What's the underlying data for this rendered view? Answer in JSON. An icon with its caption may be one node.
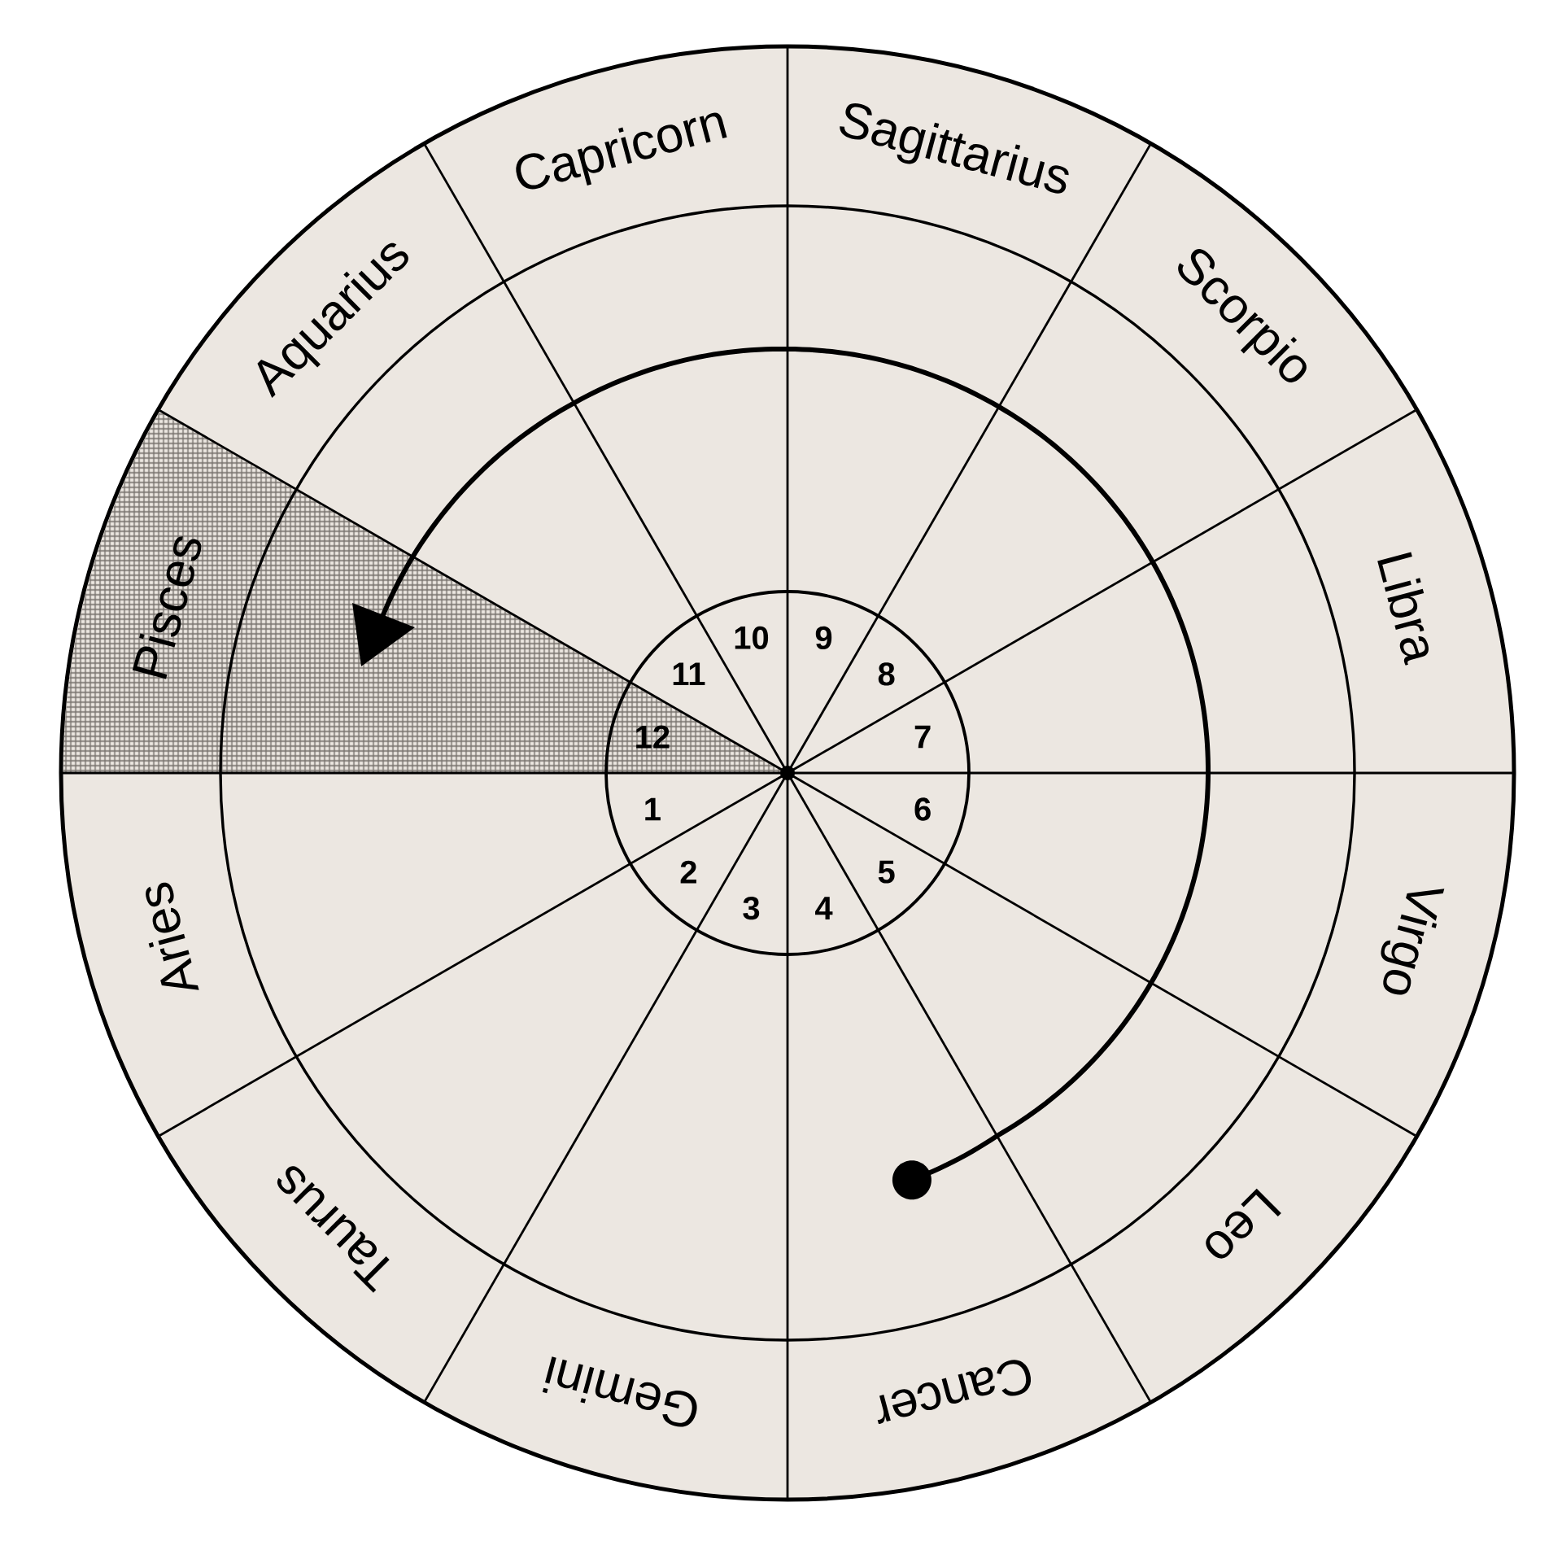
{
  "diagram": {
    "labels": [
      "Aries",
      "Taurus",
      "Gemini",
      "Cancer",
      "Leo",
      "Virgo",
      "Libra",
      "Scorpio",
      "Sagittarius",
      "Capricorn",
      "Aquarius",
      "Pisces",
      "1",
      "2",
      "3",
      "4",
      "5",
      "6",
      "7",
      "8",
      "9",
      "10",
      "11",
      "12"
    ]
  }
}
